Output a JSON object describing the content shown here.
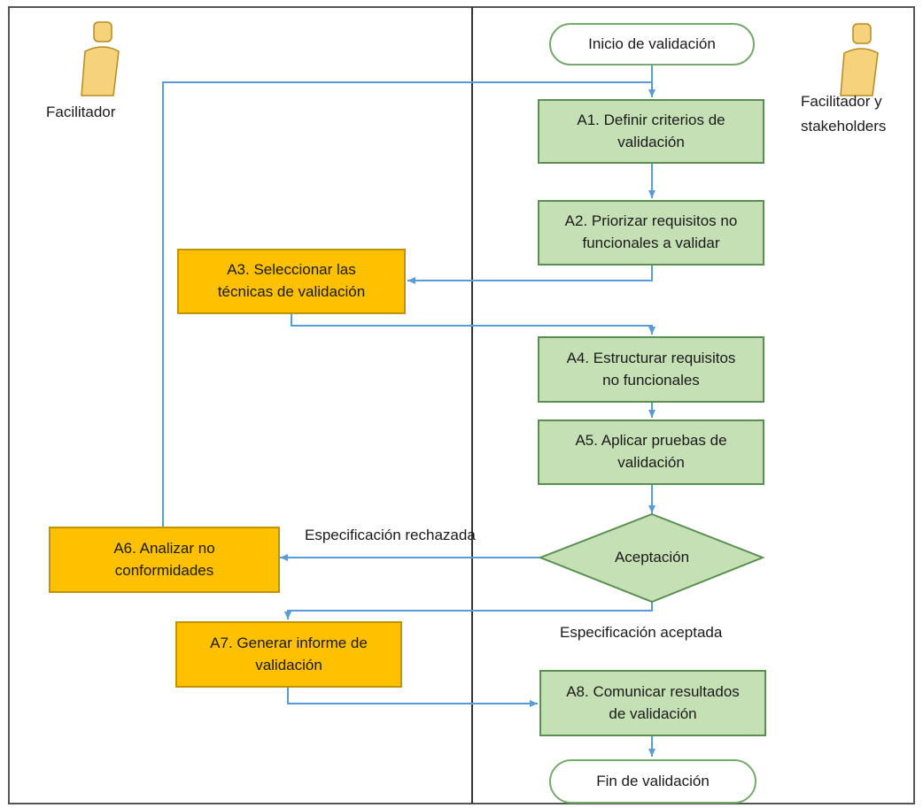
{
  "lanes": {
    "left_actor": "Facilitador",
    "right_actor_line1": "Facilitador y",
    "right_actor_line2": "stakeholders"
  },
  "nodes": {
    "start": "Inicio de validación",
    "a1": "A1. Definir criterios de\nvalidación",
    "a2": "A2. Priorizar requisitos no\nfuncionales  a validar",
    "a3": "A3. Seleccionar las\ntécnicas de validación",
    "a4": "A4. Estructurar  requisitos\nno funcionales",
    "a5": "A5. Aplicar pruebas de\nvalidación",
    "decision": "Aceptación",
    "a6": "A6. Analizar no\nconformidades",
    "a7": "A7. Generar informe de\nvalidación",
    "a8": "A8. Comunicar resultados\nde validación",
    "end": "Fin de validación"
  },
  "edge_labels": {
    "rejected": "Especificación rechazada",
    "accepted": "Especificación aceptada"
  },
  "colors": {
    "green_fill": "#c5e0b4",
    "orange_fill": "#ffc000",
    "arrow": "#5b9bd5",
    "lane_line": "#333333"
  }
}
